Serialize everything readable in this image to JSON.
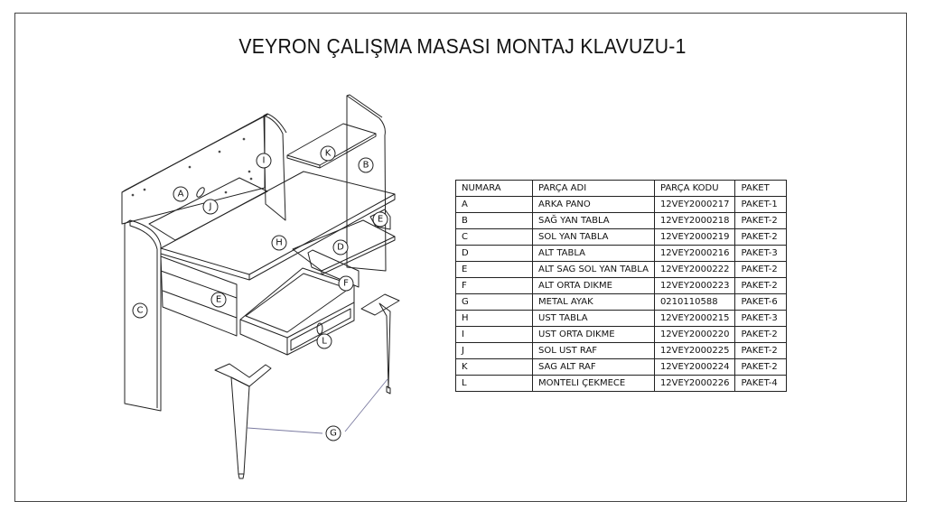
{
  "title": "VEYRON ÇALIŞMA MASASI MONTAJ KLAVUZU-1",
  "parts_table": {
    "headers": [
      "NUMARA",
      "PARÇA ADI",
      "PARÇA KODU",
      "PAKET"
    ],
    "rows": [
      [
        "A",
        "ARKA PANO",
        "12VEY2000217",
        "PAKET-1"
      ],
      [
        "B",
        "SAĞ YAN TABLA",
        "12VEY2000218",
        "PAKET-2"
      ],
      [
        "C",
        "SOL YAN TABLA",
        "12VEY2000219",
        "PAKET-2"
      ],
      [
        "D",
        "ALT TABLA",
        "12VEY2000216",
        "PAKET-3"
      ],
      [
        "E",
        "ALT SAG SOL YAN TABLA",
        "12VEY2000222",
        "PAKET-2"
      ],
      [
        "F",
        "ALT ORTA DIKME",
        "12VEY2000223",
        "PAKET-2"
      ],
      [
        "G",
        "METAL AYAK",
        "0210110588",
        "PAKET-6"
      ],
      [
        "H",
        "UST TABLA",
        "12VEY2000215",
        "PAKET-3"
      ],
      [
        "I",
        "UST ORTA DIKME",
        "12VEY2000220",
        "PAKET-2"
      ],
      [
        "J",
        "SOL UST RAF",
        "12VEY2000225",
        "PAKET-2"
      ],
      [
        "K",
        "SAG ALT RAF",
        "12VEY2000224",
        "PAKET-2"
      ],
      [
        "L",
        "MONTELI ÇEKMECE",
        "12VEY2000226",
        "PAKET-4"
      ]
    ]
  },
  "callouts": {
    "A": "A",
    "B": "B",
    "C": "C",
    "D": "D",
    "E1": "E",
    "E2": "E",
    "F": "F",
    "G": "G",
    "H": "H",
    "I": "I",
    "J": "J",
    "K": "K",
    "L": "L"
  },
  "colors": {
    "line": "#222222",
    "leader": "#7a7aa0",
    "frame": "#444444"
  }
}
